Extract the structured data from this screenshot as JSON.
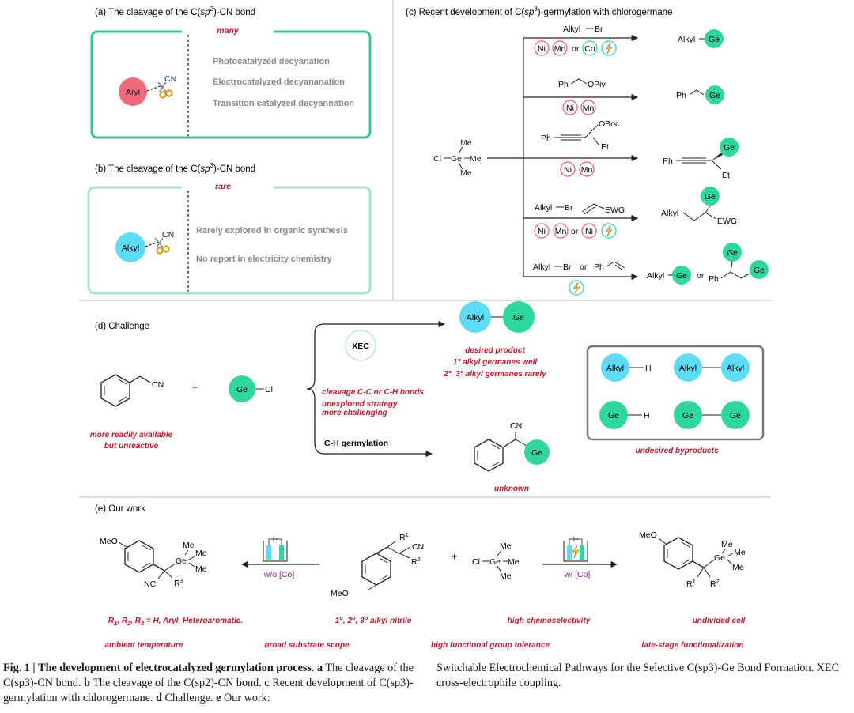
{
  "panel_a": {
    "title": "(a) The cleavage of the C(sp2)-CN bond",
    "tag": "many",
    "aryl": "Aryl",
    "cn": "CN",
    "items": [
      "Photocatalyzed decyanation",
      "Electrocatalyzed decyananation",
      "Transition catalyzed decyannation"
    ]
  },
  "panel_b": {
    "title": "(b) The cleavage of the C(sp3)-CN bond",
    "tag": "rare",
    "alkyl": "Alkyl",
    "cn": "CN",
    "items": [
      "Rarely explored in organic synthesis",
      "No report in electricity chemistry"
    ]
  },
  "panel_c": {
    "title": "(c) Recent development of C(sp3)-germylation with chlorogermane",
    "reagent": {
      "cl": "Cl",
      "ge": "Ge",
      "me": "Me"
    },
    "r1": {
      "sub": "Alkyl",
      "br": "Br",
      "cats": [
        "Ni",
        "Mn",
        "Co"
      ],
      "or": "or",
      "prod_alkyl": "Alkyl",
      "prod_ge": "Ge"
    },
    "r2": {
      "ph": "Ph",
      "opiv": "OPiv",
      "cats": [
        "Ni",
        "Mn"
      ],
      "prod_ph": "Ph",
      "prod_ge": "Ge"
    },
    "r3": {
      "ph": "Ph",
      "oboc": "OBoc",
      "et": "Et",
      "cats": [
        "Ni",
        "Mn"
      ],
      "prod_ph": "Ph",
      "prod_ge": "Ge",
      "prod_et": "Et"
    },
    "r4": {
      "alkyl": "Alkyl",
      "br": "Br",
      "ewg": "EWG",
      "cats": [
        "Ni",
        "Mn",
        "Ni"
      ],
      "or": "or",
      "prod_alkyl": "Alkyl",
      "prod_ge": "Ge",
      "prod_ewg": "EWG"
    },
    "r5": {
      "alkyl": "Alkyl",
      "br": "Br",
      "or": "or",
      "ph": "Ph",
      "prod_alkyl": "Alkyl",
      "prod_ge": "Ge",
      "prod_or": "or",
      "prod_ph": "Ph"
    }
  },
  "panel_d": {
    "title": "(d) Challenge",
    "cn": "CN",
    "plus": "+",
    "ge": "Ge",
    "cl": "Cl",
    "substrate_note": [
      "more readily available",
      "but unreactive"
    ],
    "xec": "XEC",
    "path_note": [
      "cleavage C-C or C-H bonds",
      "unexplored strategy",
      "more challenging"
    ],
    "ch_label": "C-H germylation",
    "desired_alkyl": "Alkyl",
    "desired_ge": "Ge",
    "desired_note": [
      "desired product",
      "1° alkyl germanes well",
      "2°, 3° alkyl germanes rarely"
    ],
    "unknown_cn": "CN",
    "unknown_ge": "Ge",
    "unknown": "unknown",
    "byproducts": {
      "alkyl": "Alkyl",
      "h": "H",
      "ge": "Ge",
      "label": "undesired byproducts"
    }
  },
  "panel_e": {
    "title": "(e) Our work",
    "meo": "MeO",
    "me": "Me",
    "ge": "Ge",
    "nc": "NC",
    "r1": "R1",
    "r2": "R2",
    "r3": "R3",
    "cn": "CN",
    "cl": "Cl",
    "plus": "+",
    "left_cond": "w/o [Co]",
    "right_cond": "w/ [Co]",
    "notes": [
      "R1, R2, R3 = H, Aryl, Heteroaromatic.",
      "1°, 2°, 3° alkyl nitrile",
      "high chemoselectivity",
      "undivided cell",
      "ambient temperature",
      "broad substrate scope",
      "high functional group tolerance",
      "late-stage functionalization"
    ]
  },
  "caption": {
    "fig": "Fig. 1 |",
    "title": "The development of electrocatalyzed germylation process.",
    "a": "a",
    "a_text": "The cleavage of the C(sp3)-CN bond.",
    "b": "b",
    "b_text": "The cleavage of the C(sp2)-CN bond.",
    "c": "c",
    "c_text": "Recent development of C(sp3)-germylation with chlorogermane.",
    "d": "d",
    "d_text": "Challenge.",
    "e": "e",
    "e_text": "Our work:",
    "right_text": "Switchable Electrochemical Pathways for the Selective C(sp3)-Ge Bond Formation. XEC cross-electrophile coupling."
  },
  "colors": {
    "ge_green": "#2fd69e",
    "alkyl_blue": "#5fdcf5",
    "aryl_red": "#ef6a7a",
    "red_text": "#c0182e",
    "box_green": "#36c98a",
    "box_green_light": "#a5e6c6",
    "purple": "#7a2a8a",
    "anode": "#5fdcf5",
    "cathode": "#2fd69e"
  }
}
